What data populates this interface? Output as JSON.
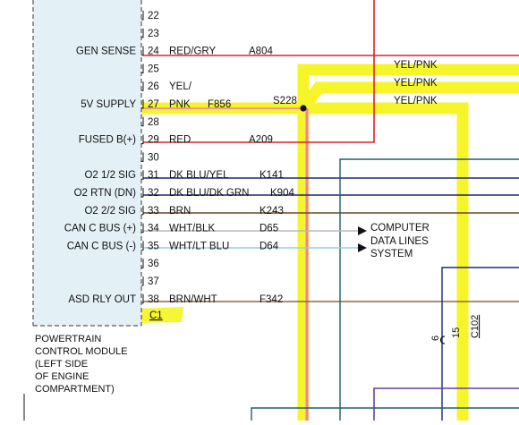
{
  "module": {
    "connector": "C1",
    "caption": [
      "POWERTRAIN",
      "CONTROL MODULE",
      "(LEFT SIDE",
      "OF ENGINE",
      "COMPARTMENT)"
    ]
  },
  "pins": [
    {
      "pin": "22",
      "label": "",
      "color": "",
      "circuit": "",
      "wire": ""
    },
    {
      "pin": "23",
      "label": "",
      "color": "",
      "circuit": "",
      "wire": ""
    },
    {
      "pin": "24",
      "label": "GEN SENSE",
      "color": "RED/GRY",
      "circuit": "A804",
      "wire": "#e0202a"
    },
    {
      "pin": "25",
      "label": "",
      "color": "",
      "circuit": "",
      "wire": ""
    },
    {
      "pin": "26",
      "label": "",
      "color": "YEL/",
      "circuit": "",
      "wire": ""
    },
    {
      "pin": "27",
      "label": "5V SUPPLY",
      "color": "PNK",
      "circuit": "F856",
      "wire": "#f1ee2a"
    },
    {
      "pin": "28",
      "label": "",
      "color": "",
      "circuit": "",
      "wire": ""
    },
    {
      "pin": "29",
      "label": "FUSED B(+)",
      "color": "RED",
      "circuit": "A209",
      "wire": "#e0202a"
    },
    {
      "pin": "30",
      "label": "",
      "color": "",
      "circuit": "",
      "wire": ""
    },
    {
      "pin": "31",
      "label": "O2 1/2 SIG",
      "color": "DK BLU/YEL",
      "circuit": "K141",
      "wire": "#1b2a78"
    },
    {
      "pin": "32",
      "label": "O2 RTN (DN)",
      "color": "DK BLU/DK GRN",
      "circuit": "K904",
      "wire": "#1b2a78"
    },
    {
      "pin": "33",
      "label": "O2 2/2 SIG",
      "color": "BRN",
      "circuit": "K243",
      "wire": "#6b4a2b"
    },
    {
      "pin": "34",
      "label": "CAN C BUS (+)",
      "color": "WHT/BLK",
      "circuit": "D65",
      "wire": "#b8b8b8"
    },
    {
      "pin": "35",
      "label": "CAN C BUS (-)",
      "color": "WHT/LT BLU",
      "circuit": "D64",
      "wire": "#8fd0e6"
    },
    {
      "pin": "36",
      "label": "",
      "color": "",
      "circuit": "",
      "wire": ""
    },
    {
      "pin": "37",
      "label": "",
      "color": "",
      "circuit": "",
      "wire": ""
    },
    {
      "pin": "38",
      "label": "ASD RLY OUT",
      "color": "BRN/WHT",
      "circuit": "F342",
      "wire": "#8a6a3a"
    }
  ],
  "splice": {
    "name": "S228"
  },
  "branches": [
    "YEL/PNK",
    "YEL/PNK",
    "YEL/PNK"
  ],
  "note": {
    "lines": [
      "COMPUTER",
      "DATA LINES",
      "SYSTEM"
    ]
  },
  "connector_c102": {
    "name": "C102",
    "pin_a": "6",
    "pin_b": "15"
  },
  "colors": {
    "highlight": "#f6f52a",
    "module_fill": "#e3f1f7",
    "red_wire": "#e0202a",
    "yel_pnk_wire": "#ef7fb6",
    "dk_blue_wire": "#1b2a78",
    "teal_wire": "#1f5e6a",
    "brown_wire": "#6b4a2b",
    "purple_wire": "#6a3fa0"
  }
}
